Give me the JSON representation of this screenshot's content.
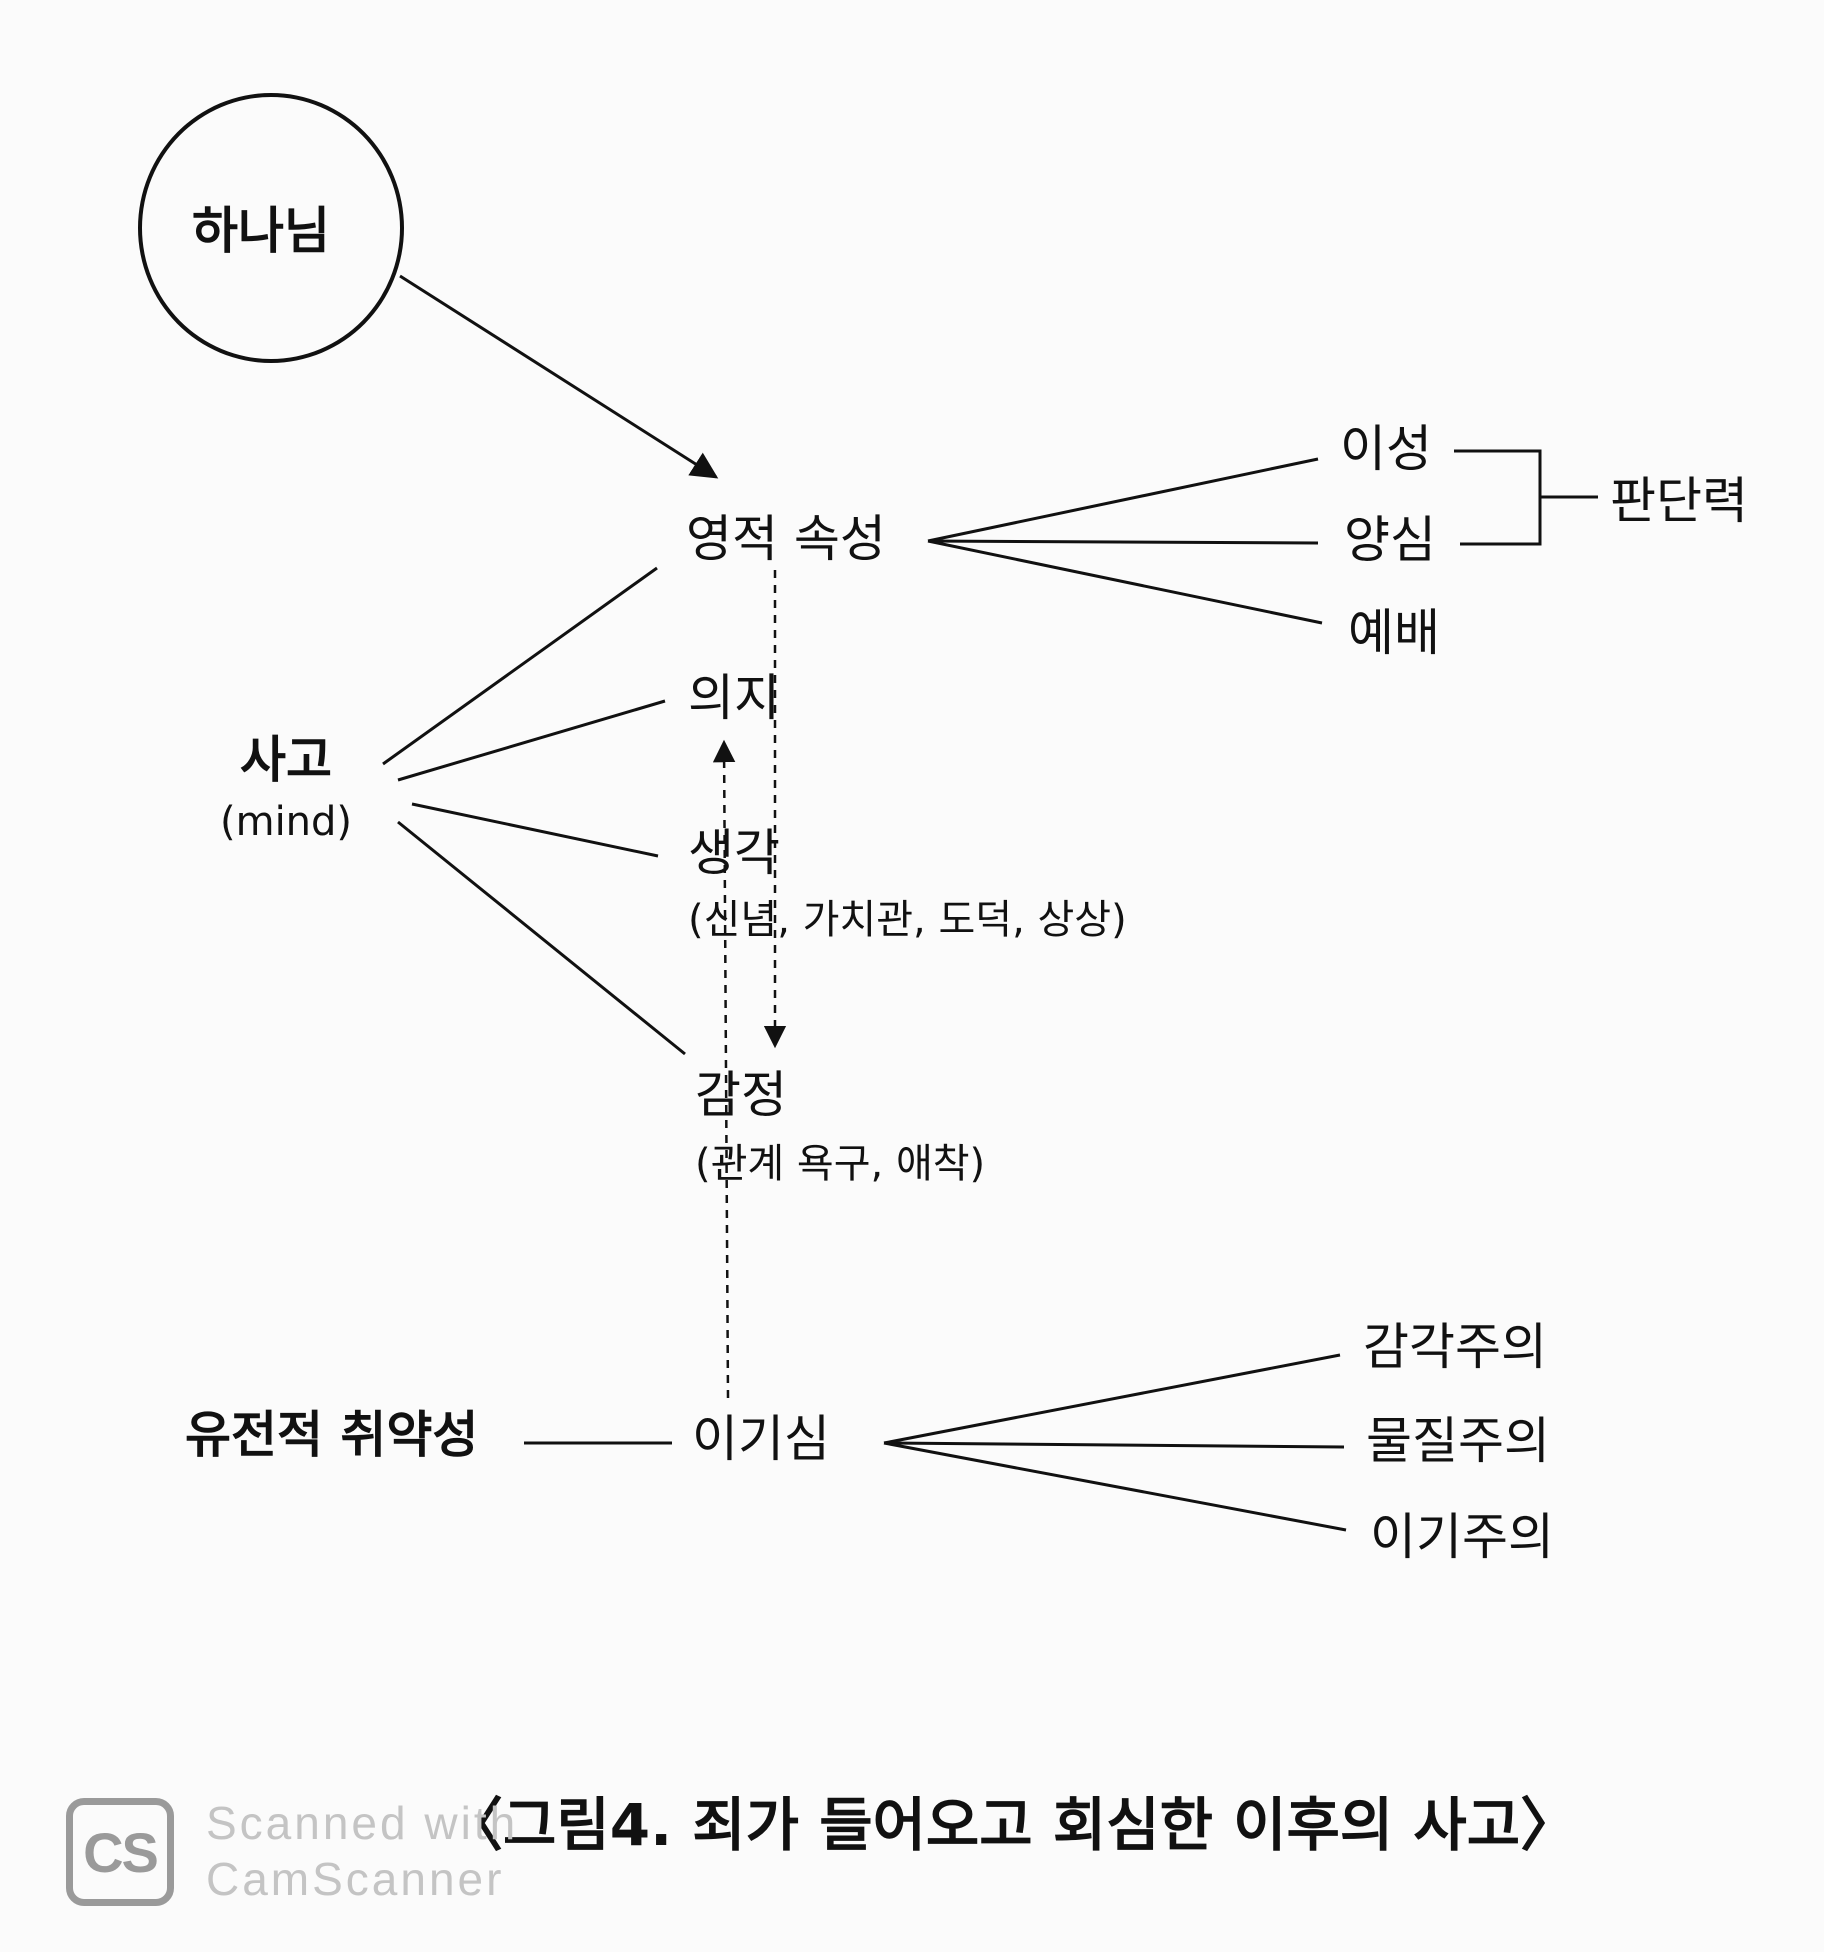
{
  "diagram": {
    "god": "하나님",
    "spiritual_attribute": "영적 속성",
    "reason": "이성",
    "conscience": "양심",
    "worship": "예배",
    "judgment": "판단력",
    "mind_title": "사고",
    "mind_subtitle": "(mind)",
    "will": "의지",
    "thought": "생각",
    "thought_detail": "(신념, 가치관, 도덕, 상상)",
    "emotion": "감정",
    "emotion_detail": "(관계 욕구, 애착)",
    "genetic_vulnerability": "유전적 취약성",
    "selfishness": "이기심",
    "sensualism": "감각주의",
    "materialism": "물질주의",
    "egoism": "이기주의"
  },
  "caption": "〈그림4. 죄가 들어오고 회심한 이후의 사고〉",
  "watermark": {
    "logo": "CS",
    "line1": "Scanned with",
    "line2": "CamScanner"
  }
}
